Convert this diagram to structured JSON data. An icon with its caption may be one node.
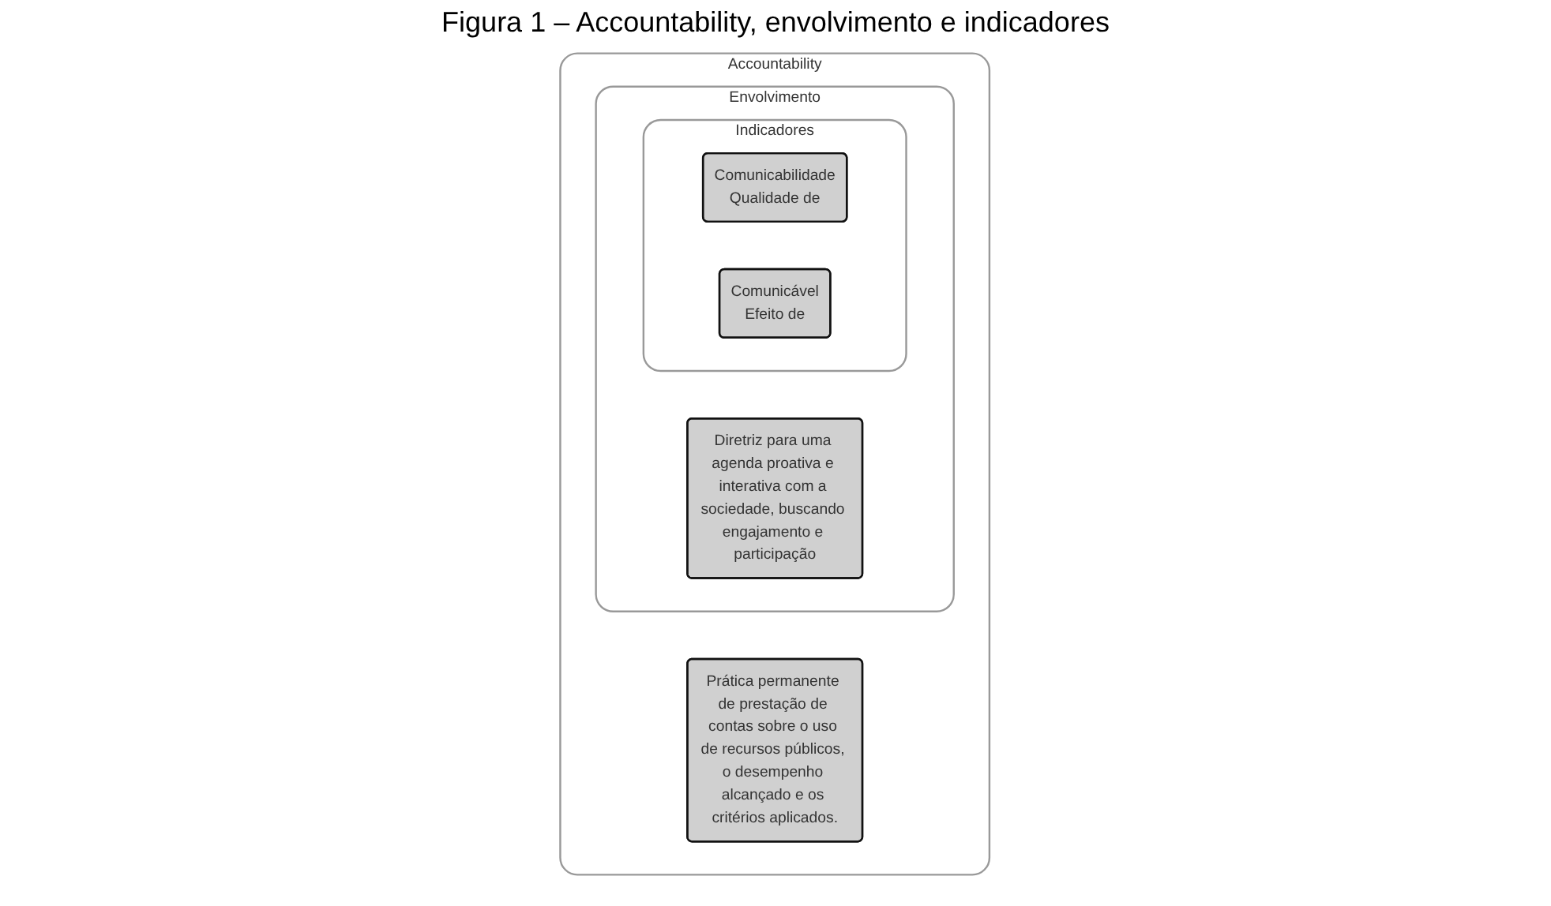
{
  "diagram": {
    "title": "Figura 1 – Accountability, envolvimento e indicadores",
    "nodes": [
      {
        "text": [
          "Accountability"
        ]
      },
      {
        "text": [
          "Prática permanente de prestação de contas sobre o uso de recursos públicos, o desempenho alcançado e os critérios aplicados."
        ],
        "in": 0
      },
      {
        "text": [
          "Envolvimento"
        ],
        "in": 0
      },
      {
        "text": [
          "Diretriz para uma agenda proativa e interativa com a sociedade, buscando engajamento e participação"
        ],
        "in": 2
      },
      {
        "text": [
          "Indicadores"
        ],
        "in": 2
      },
      {
        "text": [
          "Comunicabilidade",
          "Qualidade de"
        ],
        "in": 4
      },
      {
        "text": [
          "Comunicável",
          "Efeito de"
        ],
        "in": 4
      }
    ]
  }
}
